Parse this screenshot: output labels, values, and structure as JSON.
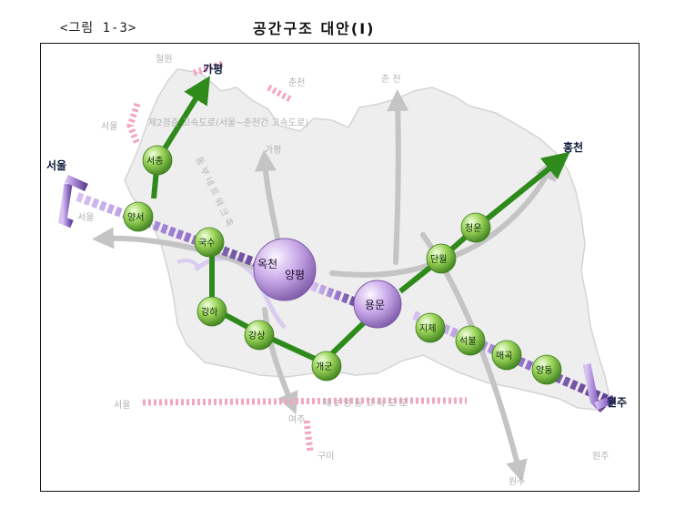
{
  "header": {
    "figure_number": "<그림 1-3>",
    "title": "공간구조 대안(Ⅰ)"
  },
  "map": {
    "colors": {
      "green_route": "#2f8a1c",
      "purple_axis": "#9b7ad0",
      "pink_arrow": "#f2a6c4",
      "gray_arrow": "#c4c4c4",
      "node_green": "#9cd45a",
      "node_purple": "#c8a8e8",
      "region_fill": "#eeeeee"
    },
    "destinations": {
      "gapyeong": "가평",
      "hongcheon": "홍천",
      "seoul": "서울",
      "wonju": "원주"
    },
    "faint_labels": {
      "cheorwon": "철원",
      "chuncheon_nw": "춘천",
      "chuncheon_n": "춘 천",
      "seoul_upper": "서울",
      "seoul_mid": "서울",
      "seoul_lower": "서울",
      "gapyeong": "가평",
      "expressway_north": "제2경춘 고속도로(서울~춘천간 고속도로)",
      "expressway_south": "제 2 영 동 고 속 도 로",
      "yeoju": "여주",
      "gumi": "구미",
      "wonju_bottom": "원주",
      "wonju_right": "원주",
      "east_west_axis": "동 부 네 트 워 크 축"
    },
    "centers": [
      {
        "key": "yangpyeong",
        "label_a": "옥천",
        "label_b": "양평"
      },
      {
        "key": "yongmun",
        "label": "용문"
      }
    ],
    "nodes": [
      {
        "key": "seojong",
        "label": "서종"
      },
      {
        "key": "yangseo",
        "label": "양서"
      },
      {
        "key": "guksu",
        "label": "국수"
      },
      {
        "key": "gangha",
        "label": "강하"
      },
      {
        "key": "gangsang",
        "label": "강상"
      },
      {
        "key": "gaegun",
        "label": "개군"
      },
      {
        "key": "danwol",
        "label": "단월"
      },
      {
        "key": "cheongun",
        "label": "청운"
      },
      {
        "key": "jije",
        "label": "지제"
      },
      {
        "key": "seokbul",
        "label": "석불"
      },
      {
        "key": "maegok",
        "label": "매곡"
      },
      {
        "key": "yangdong",
        "label": "양동"
      }
    ]
  }
}
